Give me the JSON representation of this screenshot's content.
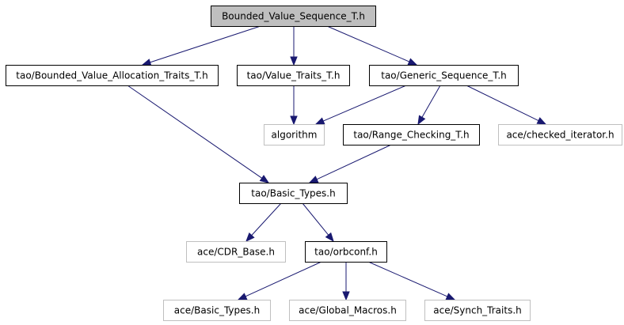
{
  "nodes": {
    "root": {
      "label": "Bounded_Value_Sequence_T.h",
      "style": "root",
      "interactable": true
    },
    "alloc_traits": {
      "label": "tao/Bounded_Value_Allocation_Traits_T.h",
      "style": "strong",
      "interactable": true
    },
    "value_traits": {
      "label": "tao/Value_Traits_T.h",
      "style": "strong",
      "interactable": true
    },
    "generic_seq": {
      "label": "tao/Generic_Sequence_T.h",
      "style": "strong",
      "interactable": true
    },
    "algorithm": {
      "label": "algorithm",
      "style": "weak",
      "interactable": false
    },
    "range_check": {
      "label": "tao/Range_Checking_T.h",
      "style": "strong",
      "interactable": true
    },
    "checked_iter": {
      "label": "ace/checked_iterator.h",
      "style": "weak",
      "interactable": false
    },
    "basic_types": {
      "label": "tao/Basic_Types.h",
      "style": "strong",
      "interactable": true
    },
    "cdr_base": {
      "label": "ace/CDR_Base.h",
      "style": "weak",
      "interactable": false
    },
    "orbconf": {
      "label": "tao/orbconf.h",
      "style": "strong",
      "interactable": true
    },
    "ace_basic_types": {
      "label": "ace/Basic_Types.h",
      "style": "weak",
      "interactable": false
    },
    "global_macros": {
      "label": "ace/Global_Macros.h",
      "style": "weak",
      "interactable": false
    },
    "synch_traits": {
      "label": "ace/Synch_Traits.h",
      "style": "weak",
      "interactable": false
    }
  },
  "edges": [
    [
      "root",
      "alloc_traits"
    ],
    [
      "root",
      "value_traits"
    ],
    [
      "root",
      "generic_seq"
    ],
    [
      "value_traits",
      "algorithm"
    ],
    [
      "generic_seq",
      "algorithm"
    ],
    [
      "generic_seq",
      "range_check"
    ],
    [
      "generic_seq",
      "checked_iter"
    ],
    [
      "alloc_traits",
      "basic_types"
    ],
    [
      "range_check",
      "basic_types"
    ],
    [
      "basic_types",
      "cdr_base"
    ],
    [
      "basic_types",
      "orbconf"
    ],
    [
      "orbconf",
      "ace_basic_types"
    ],
    [
      "orbconf",
      "global_macros"
    ],
    [
      "orbconf",
      "synch_traits"
    ]
  ],
  "colors": {
    "edge": "#191970",
    "root_fill": "#bfbfbf",
    "strong_border": "#000000",
    "weak_border": "#bfbfbf"
  }
}
